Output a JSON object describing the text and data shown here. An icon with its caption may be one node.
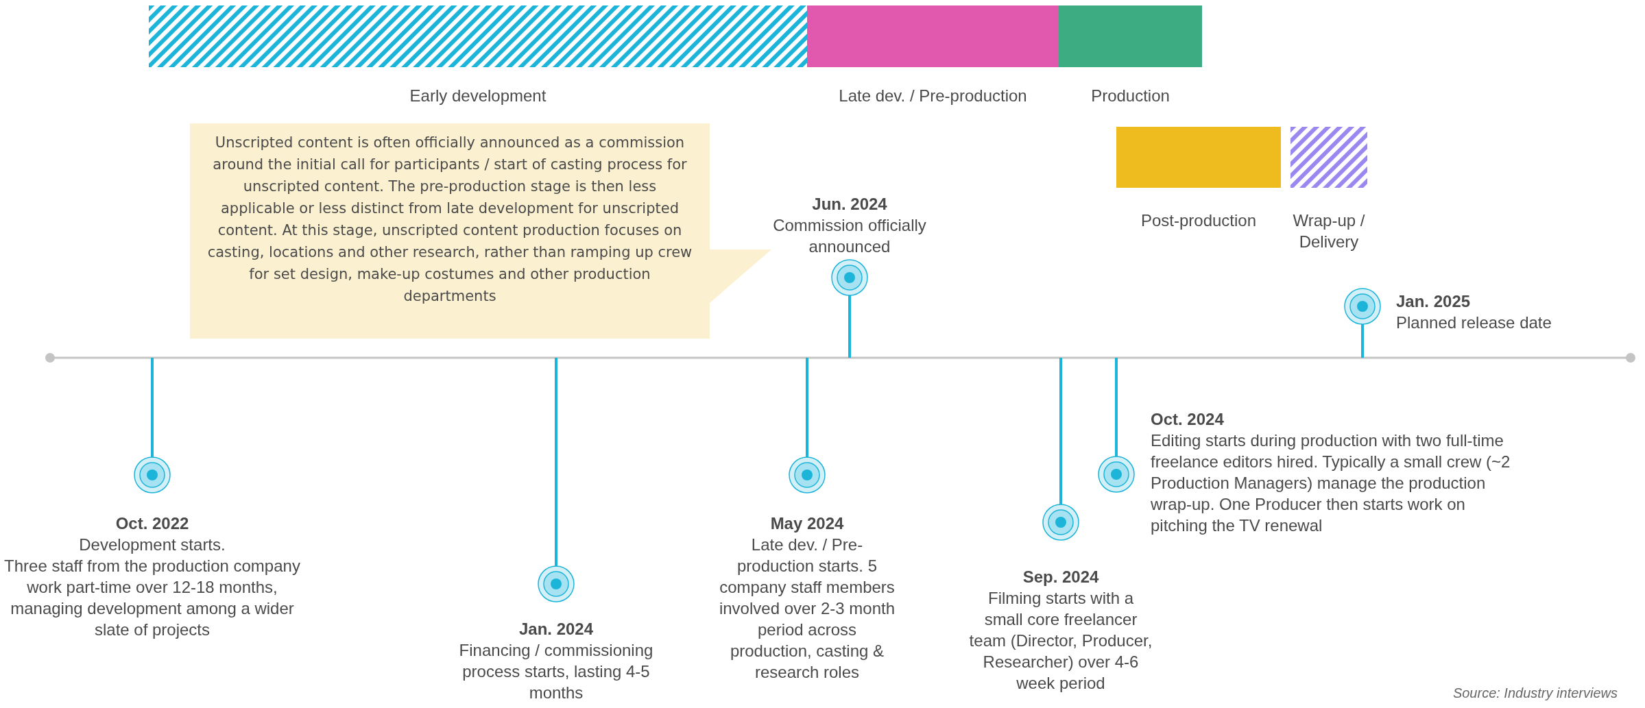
{
  "diagram": {
    "nodes": [
      {
        "text": [
          "Early development"
        ]
      },
      {
        "text": [
          "Late dev. / Pre-production"
        ]
      },
      {
        "text": [
          "Production"
        ]
      },
      {
        "text": [
          "Post-production"
        ]
      },
      {
        "text": [
          "Wrap-up / Delivery"
        ]
      },
      {
        "text": [
          "Unscripted content is often officially announced as a commission around the initial call for participants / start of casting process for unscripted content. The pre-production stage is then less applicable or less distinct from late development for unscripted content. At this stage, unscripted content production focuses on casting, locations and other research, rather than ramping up crew for set design, make-up costumes and other production departments"
        ]
      },
      {
        "text": [
          "Oct. 2022",
          "Development starts.",
          "Three staff from the production company work part-time over 12-18 months, managing development among a wider slate of projects"
        ]
      },
      {
        "text": [
          "Jan. 2024",
          "Financing / commissioning process starts, lasting 4-5 months"
        ]
      },
      {
        "text": [
          "May 2024",
          "Late dev. / Pre-production starts. 5 company staff members involved over 2-3 month period across production, casting & research roles"
        ]
      },
      {
        "text": [
          "Jun. 2024",
          "Commission officially announced"
        ]
      },
      {
        "text": [
          "Sep. 2024",
          "Filming starts with a small core freelancer team (Director, Producer, Researcher) over 4-6 week period"
        ]
      },
      {
        "text": [
          "Oct. 2024",
          "Editing starts during production with two full-time freelance editors hired. Typically a small crew (~2 Production Managers) manage the production wrap-up. One Producer then starts work on pitching the TV renewal"
        ]
      },
      {
        "text": [
          "Jan. 2025",
          "Planned release date"
        ]
      }
    ],
    "labels": [
      "Source: Industry interviews"
    ]
  }
}
